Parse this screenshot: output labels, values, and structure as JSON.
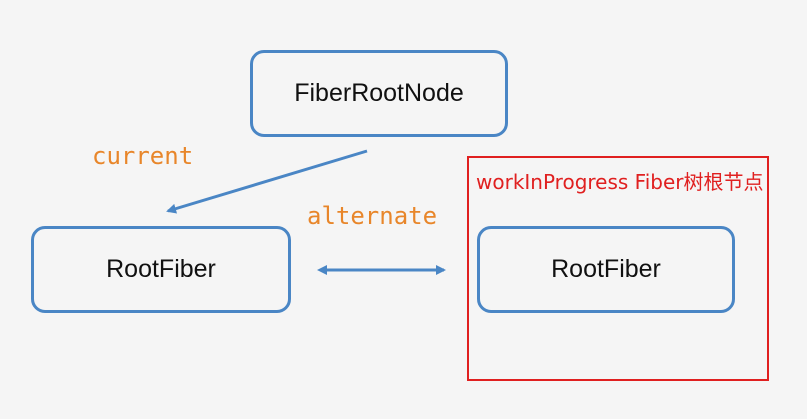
{
  "diagram": {
    "nodes": {
      "fiber_root_node": "FiberRootNode",
      "current_root_fiber": "RootFiber",
      "wip_root_fiber": "RootFiber"
    },
    "edges": {
      "current": "current",
      "alternate": "alternate"
    },
    "annotation": "workInProgress Fiber树根节点"
  },
  "colors": {
    "node_border": "#4a86c5",
    "arrow": "#4a86c5",
    "edge_label": "#e8862a",
    "annotation": "#e02020",
    "background": "#f5f5f5"
  }
}
